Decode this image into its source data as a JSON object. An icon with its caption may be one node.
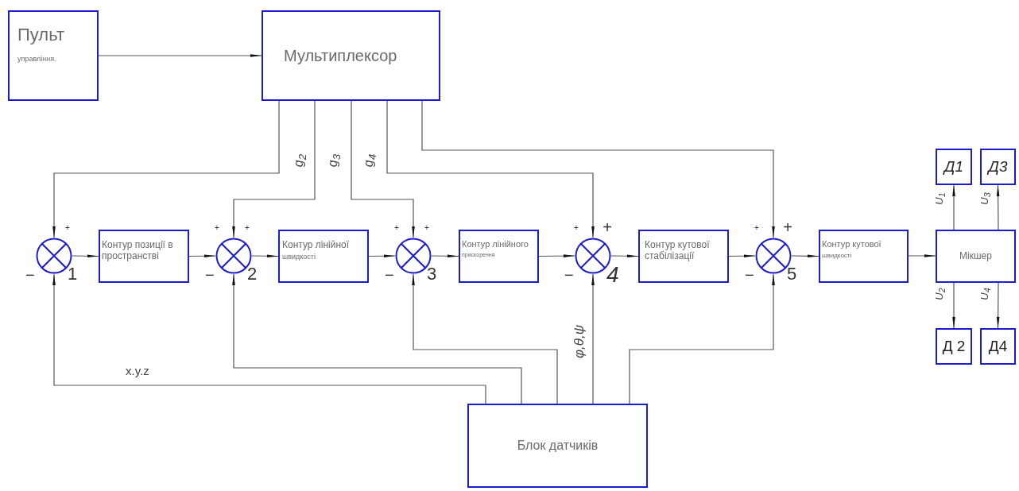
{
  "diagram": {
    "nodes": [
      {
        "text": [
          "Пульт",
          "управління."
        ]
      },
      {
        "text": [
          "Мультиплексор"
        ]
      },
      {
        "text": [],
        "shape": "circle",
        "beside": [
          "+",
          "−",
          "1"
        ]
      },
      {
        "text": [
          "Контур позиції в пространстві"
        ]
      },
      {
        "text": [],
        "shape": "circle",
        "beside": [
          "+",
          "+",
          "−",
          "2"
        ]
      },
      {
        "text": [
          "Контур лінійної",
          "швидкості"
        ]
      },
      {
        "text": [],
        "shape": "circle",
        "beside": [
          "+",
          "+",
          "−",
          "3"
        ]
      },
      {
        "text": [
          "Контур лінійного",
          "прискорення"
        ]
      },
      {
        "text": [],
        "shape": "circle",
        "beside": [
          "+",
          "+",
          "−",
          "4"
        ]
      },
      {
        "text": [
          "Контур кутової стабілізації"
        ]
      },
      {
        "text": [],
        "shape": "circle",
        "beside": [
          "+",
          "+",
          "−",
          "5"
        ]
      },
      {
        "text": [
          "Контур кутової",
          "швидкості"
        ]
      },
      {
        "text": [
          "Мікшер"
        ]
      },
      {
        "text": [
          "Д1"
        ]
      },
      {
        "text": [
          "Д3"
        ]
      },
      {
        "text": [
          "Д 2"
        ]
      },
      {
        "text": [
          "Д4"
        ]
      },
      {
        "text": [
          "Блок датчиків"
        ]
      }
    ],
    "edges": [
      {
        "from": 0,
        "to": 1,
        "arrow": "to"
      },
      {
        "from": 1,
        "to": 2,
        "arrow": "to"
      },
      {
        "from": 1,
        "to": 4,
        "arrow": "to",
        "label": "g$_{2}$"
      },
      {
        "from": 1,
        "to": 6,
        "arrow": "to",
        "label": "g$_{3}$"
      },
      {
        "from": 1,
        "to": 8,
        "arrow": "to",
        "label": "g$_{4}$"
      },
      {
        "from": 1,
        "to": 10,
        "arrow": "to"
      },
      {
        "from": 2,
        "to": 3,
        "arrow": "to"
      },
      {
        "from": 3,
        "to": 4,
        "arrow": "to"
      },
      {
        "from": 4,
        "to": 5,
        "arrow": "to"
      },
      {
        "from": 5,
        "to": 6,
        "arrow": "to"
      },
      {
        "from": 6,
        "to": 7,
        "arrow": "to"
      },
      {
        "from": 7,
        "to": 8,
        "arrow": "to"
      },
      {
        "from": 8,
        "to": 9,
        "arrow": "to"
      },
      {
        "from": 9,
        "to": 10,
        "arrow": "to"
      },
      {
        "from": 10,
        "to": 11,
        "arrow": "to"
      },
      {
        "from": 11,
        "to": 12,
        "arrow": "to"
      },
      {
        "from": 12,
        "to": 13,
        "arrow": "to",
        "label": "U$_{1}$"
      },
      {
        "from": 12,
        "to": 14,
        "arrow": "to",
        "label": "U$_{3}$"
      },
      {
        "from": 12,
        "to": 15,
        "arrow": "to",
        "label": "U$_{2}$"
      },
      {
        "from": 12,
        "to": 16,
        "arrow": "to",
        "label": "U$_{4}$"
      },
      {
        "from": 17,
        "to": 2,
        "arrow": "to",
        "label": "x.y.z"
      },
      {
        "from": 17,
        "to": 4,
        "arrow": "to"
      },
      {
        "from": 17,
        "to": 6,
        "arrow": "to"
      },
      {
        "from": 17,
        "to": 8,
        "arrow": "to",
        "label": "φ,θ,ψ"
      },
      {
        "from": 17,
        "to": 10,
        "arrow": "to"
      }
    ]
  }
}
